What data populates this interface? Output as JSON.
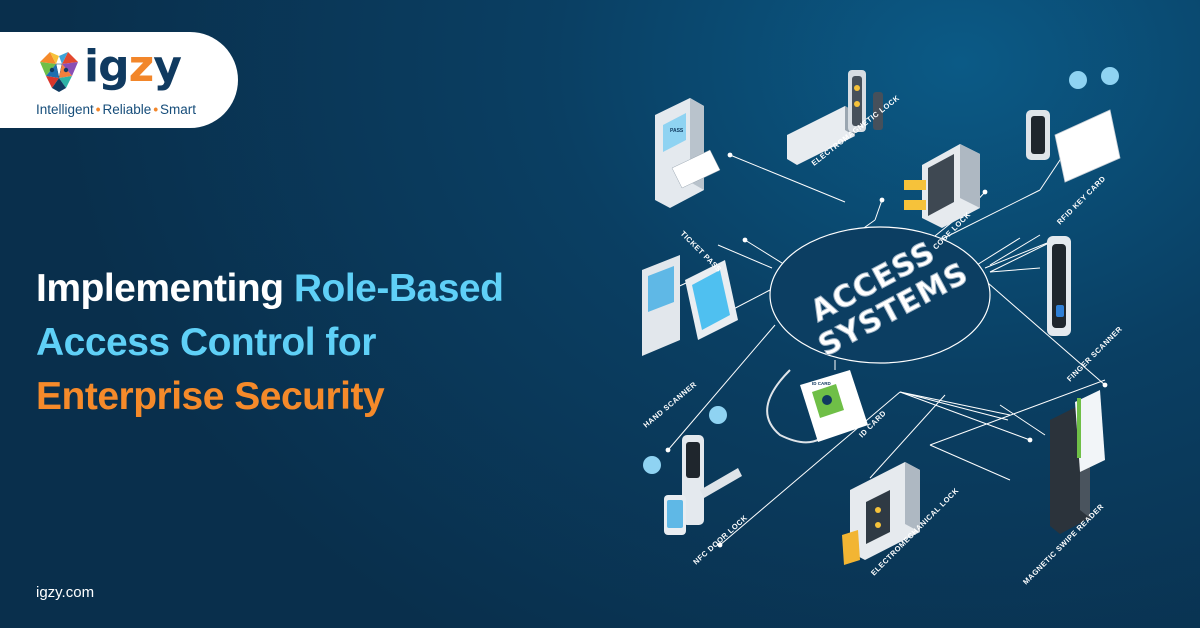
{
  "brand": {
    "name_prefix": "ig",
    "name_z": "z",
    "name_suffix": "y",
    "tagline": [
      "Intelligent",
      "Reliable",
      "Smart"
    ],
    "tagline_separator": "•",
    "accent": "#f2862a",
    "navy": "#103a60"
  },
  "headline": {
    "line1_white": "Implementing ",
    "line1_cyan": "Role-Based",
    "line2_cyan": "Access Control for",
    "line3_orange": "Enterprise Security"
  },
  "site_url": "igzy.com",
  "diagram": {
    "center_line1": "ACCESS",
    "center_line2": "SYSTEMS",
    "labels": {
      "ticket_pass": "TICKET PASS",
      "electromagnetic_lock": "ELECTROMAGNETIC LOCK",
      "code_lock": "CODE LOCK",
      "rfid_key_card": "RFID KEY CARD",
      "hand_scanner": "HAND SCANNER",
      "finger_scanner": "FINGER SCANNER",
      "id_card": "ID CARD",
      "nfc_door_lock": "NFC DOOR LOCK",
      "electromechanical_lock": "ELECTROMECHANICAL LOCK",
      "magnetic_swipe_reader": "MAGNETIC SWIPE READER"
    },
    "ticket_sign": "PASS",
    "badge_text": "ID CARD"
  },
  "colors": {
    "background": "#0a3f63",
    "cyan": "#5fd0f7",
    "orange": "#f58a2a",
    "white": "#ffffff"
  }
}
